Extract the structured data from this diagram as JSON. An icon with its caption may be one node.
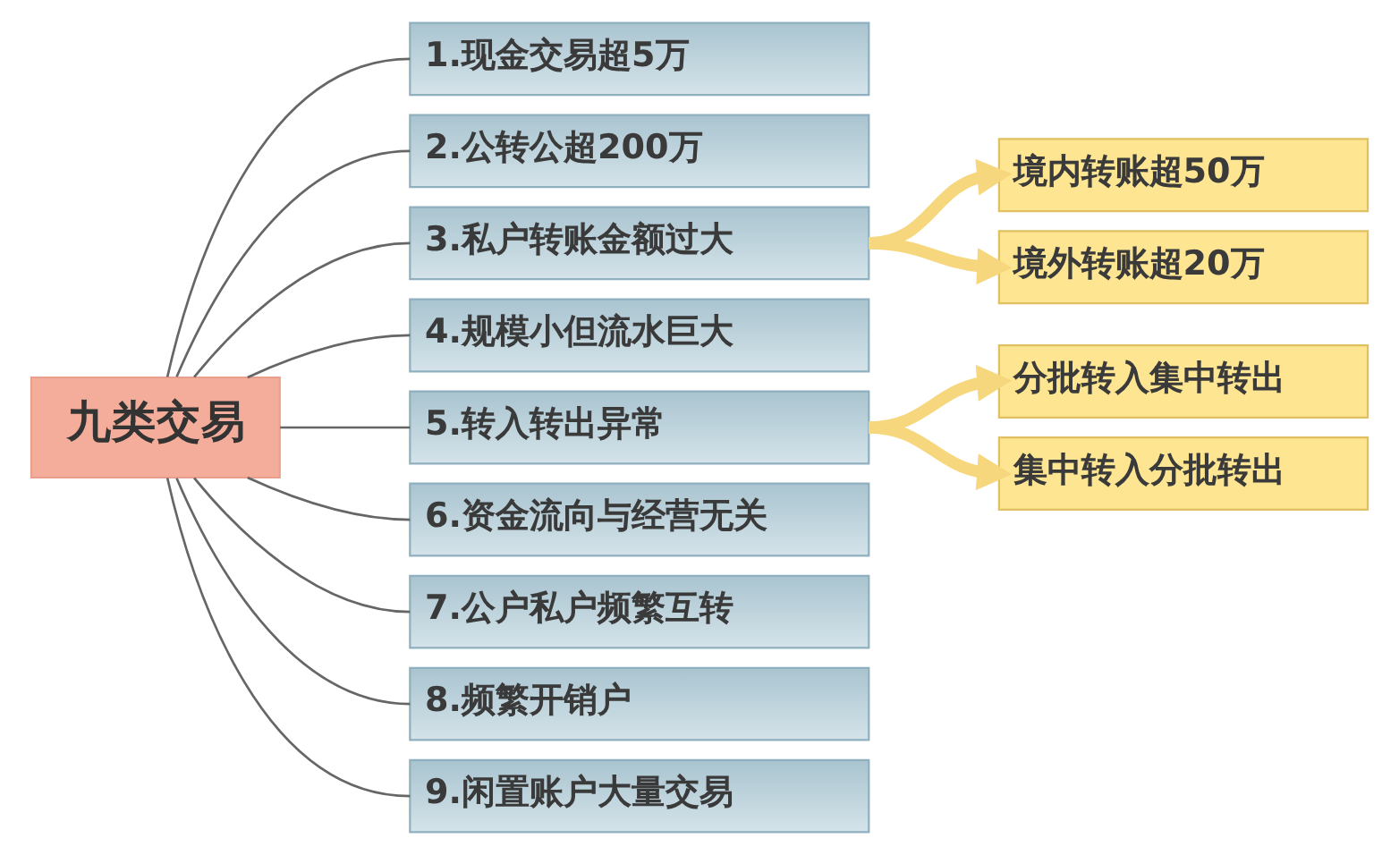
{
  "diagram": {
    "nodes": [
      {
        "text": [
          "九类交易"
        ]
      },
      {
        "text": [
          "1.现金交易超5万"
        ]
      },
      {
        "text": [
          "2.公转公超200万"
        ]
      },
      {
        "text": [
          "3.私户转账金额过大"
        ]
      },
      {
        "text": [
          "4.规模小但流水巨大"
        ]
      },
      {
        "text": [
          "5.转入转出异常"
        ]
      },
      {
        "text": [
          "6.资金流向与经营无关"
        ]
      },
      {
        "text": [
          "7.公户私户频繁互转"
        ]
      },
      {
        "text": [
          "8.频繁开销户"
        ]
      },
      {
        "text": [
          "9.闲置账户大量交易"
        ]
      },
      {
        "text": [
          "境内转账超50万"
        ]
      },
      {
        "text": [
          "境外转账超20万"
        ]
      },
      {
        "text": [
          "分批转入集中转出"
        ]
      },
      {
        "text": [
          "集中转入分批转出"
        ]
      }
    ],
    "edges": [
      {
        "from": 0,
        "to": 1,
        "arrow": "none"
      },
      {
        "from": 0,
        "to": 2,
        "arrow": "none"
      },
      {
        "from": 0,
        "to": 3,
        "arrow": "none"
      },
      {
        "from": 0,
        "to": 4,
        "arrow": "none"
      },
      {
        "from": 0,
        "to": 5,
        "arrow": "none"
      },
      {
        "from": 0,
        "to": 6,
        "arrow": "none"
      },
      {
        "from": 0,
        "to": 7,
        "arrow": "none"
      },
      {
        "from": 0,
        "to": 8,
        "arrow": "none"
      },
      {
        "from": 0,
        "to": 9,
        "arrow": "none"
      },
      {
        "from": 3,
        "to": 10,
        "arrow": "to",
        "style": "thick",
        "color": "#f6d77e"
      },
      {
        "from": 3,
        "to": 11,
        "arrow": "to",
        "style": "thick",
        "color": "#f6d77e"
      },
      {
        "from": 5,
        "to": 12,
        "arrow": "to",
        "style": "thick",
        "color": "#f6d77e"
      },
      {
        "from": 5,
        "to": 13,
        "arrow": "to",
        "style": "thick",
        "color": "#f6d77e"
      }
    ]
  }
}
